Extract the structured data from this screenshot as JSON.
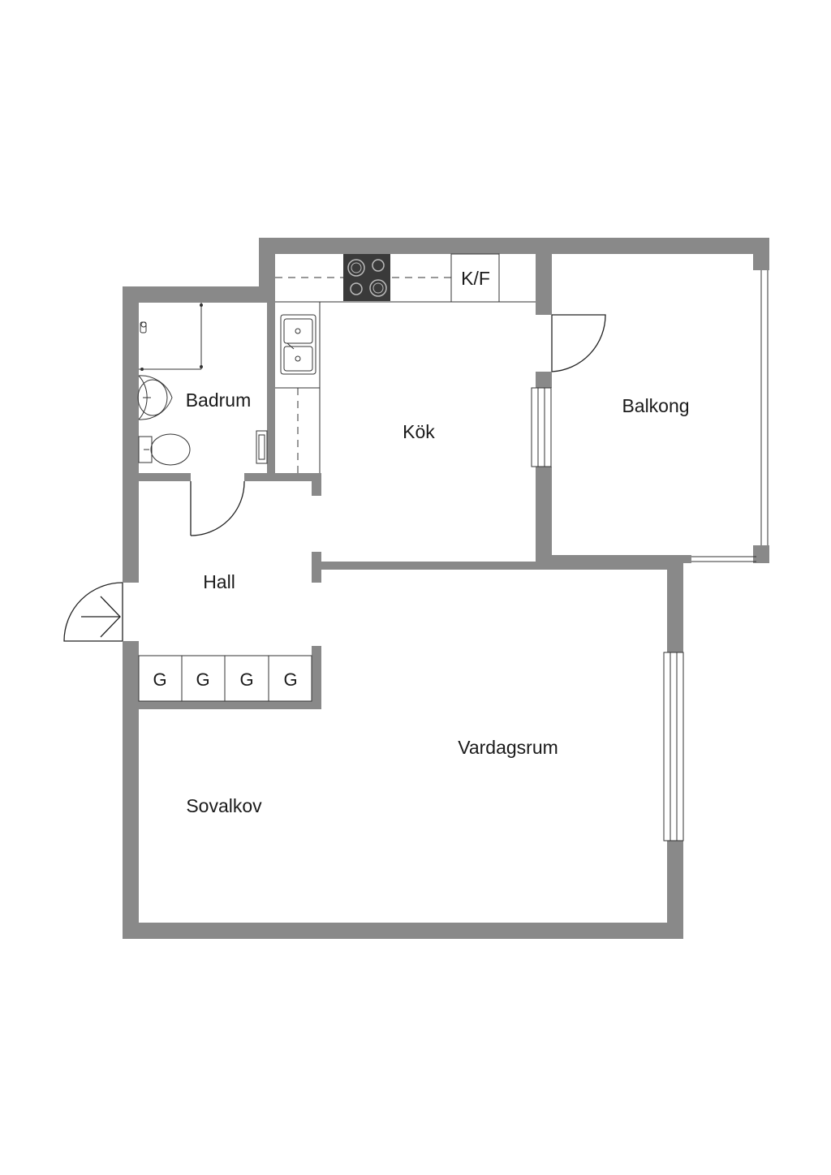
{
  "rooms": {
    "badrum": "Badrum",
    "kok": "Kök",
    "balkong": "Balkong",
    "hall": "Hall",
    "vardagsrum": "Vardagsrum",
    "sovalkov": "Sovalkov"
  },
  "fixtures": {
    "fridge_freezer": "K/F",
    "wardrobes": [
      "G",
      "G",
      "G",
      "G"
    ]
  },
  "colors": {
    "wall": "#898989",
    "stove": "#3a3a3a",
    "line": "#222222"
  }
}
